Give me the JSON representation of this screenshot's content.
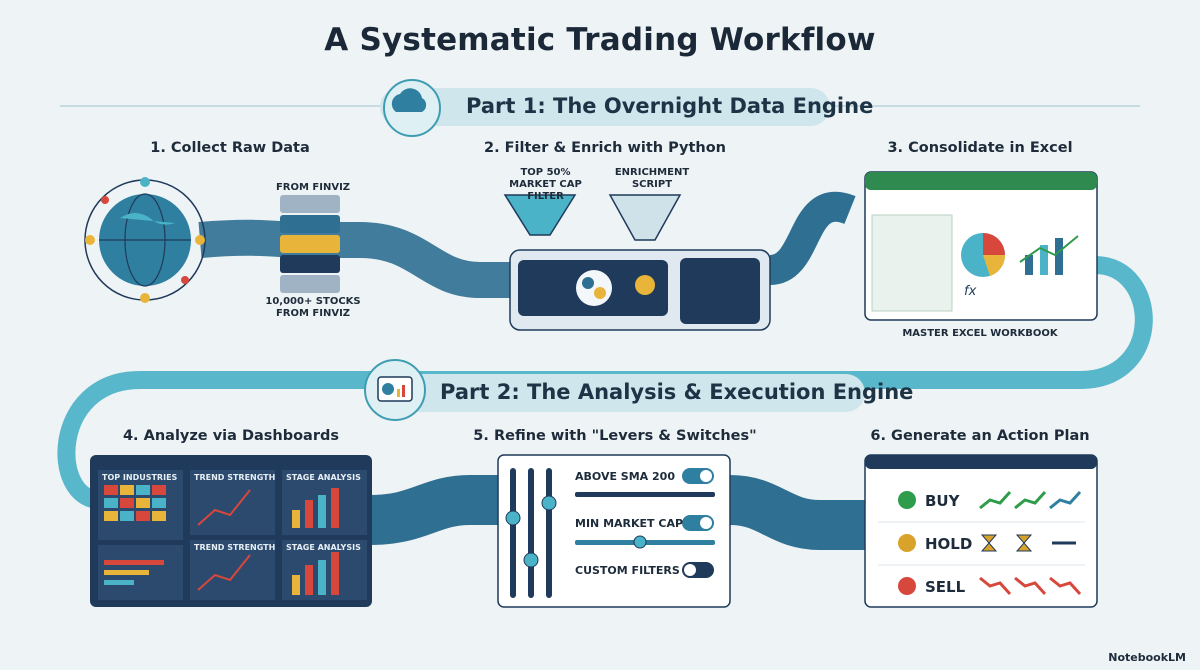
{
  "title": "A Systematic Trading Workflow",
  "part1": {
    "label": "Part 1: The Overnight Data Engine",
    "icon": "cloud-gear-icon",
    "steps": [
      {
        "label": "1. Collect Raw Data",
        "notes": [
          "FROM FINVIZ",
          "10,000+ STOCKS FROM FINVIZ"
        ]
      },
      {
        "label": "2. Filter & Enrich with Python",
        "notes": [
          "TOP 50% MARKET CAP FILTER",
          "ENRICHMENT SCRIPT"
        ]
      },
      {
        "label": "3. Consolidate in Excel",
        "notes": [
          "MASTER EXCEL WORKBOOK"
        ]
      }
    ]
  },
  "part2": {
    "label": "Part 2: The Analysis & Execution Engine",
    "icon": "monitor-chart-icon",
    "steps": [
      {
        "label": "4. Analyze via Dashboards",
        "panels": [
          "TOP INDUSTRIES",
          "TREND STRENGTH",
          "STAGE ANALYSIS",
          "TREND STRENGTH",
          "STAGE ANALYSIS"
        ]
      },
      {
        "label": "5. Refine with \"Levers & Switches\"",
        "levers": [
          "ABOVE SMA 200",
          "MIN MARKET CAP",
          "CUSTOM FILTERS"
        ]
      },
      {
        "label": "6. Generate an Action Plan",
        "actions": [
          "BUY",
          "HOLD",
          "SELL"
        ]
      }
    ]
  },
  "excel_formula": "fx",
  "brand": "NotebookLM",
  "colors": {
    "teal": "#3f9db3",
    "navy": "#1f3a5a",
    "gold": "#e8b53a",
    "buy": "#2e9c4a",
    "hold": "#d9a22a",
    "sell": "#d8473c"
  }
}
